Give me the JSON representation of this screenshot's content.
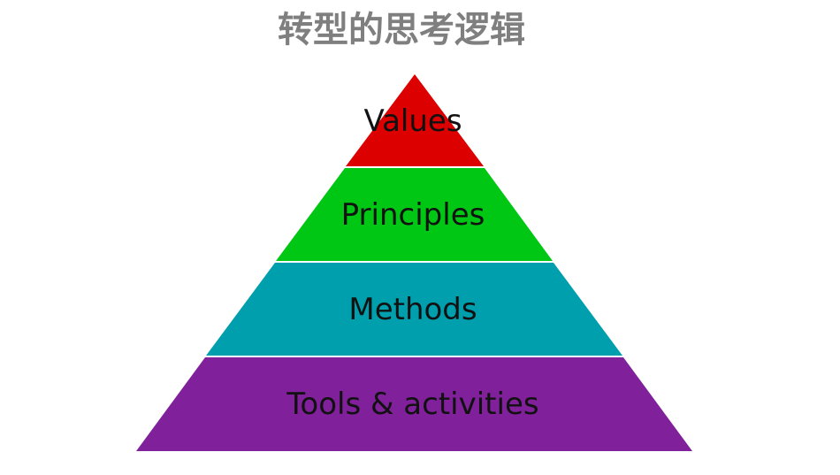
{
  "title": "转型的思考逻辑",
  "pyramid": {
    "layers": [
      {
        "label": "Values",
        "color": "#dd0000"
      },
      {
        "label": "Principles",
        "color": "#00c713"
      },
      {
        "label": "Methods",
        "color": "#009fae"
      },
      {
        "label": "Tools & activities",
        "color": "#80209b"
      }
    ]
  }
}
